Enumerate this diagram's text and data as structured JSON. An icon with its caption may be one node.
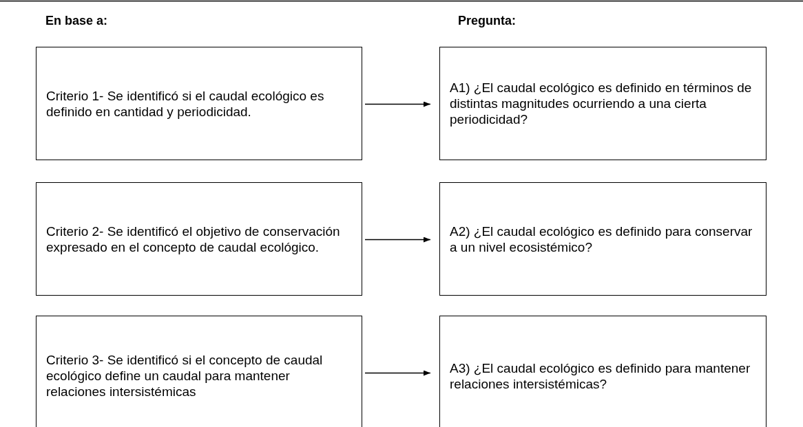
{
  "diagram": {
    "nodes": [
      {
        "text": [
          "Criterio 1- Se identificó si el caudal ecológico es definido en cantidad y periodicidad."
        ]
      },
      {
        "text": [
          "A1) ¿El caudal ecológico es definido en términos de distintas magnitudes ocurriendo a una cierta periodicidad?"
        ]
      },
      {
        "text": [
          "Criterio 2- Se identificó el objetivo de conservación expresado en el concepto de caudal ecológico."
        ]
      },
      {
        "text": [
          "A2) ¿El caudal ecológico es definido para conservar a un nivel ecosistémico?"
        ]
      },
      {
        "text": [
          "Criterio 3- Se identificó si el concepto de caudal ecológico define un caudal para mantener relaciones intersistémicas"
        ]
      },
      {
        "text": [
          "A3) ¿El caudal ecológico es definido para mantener relaciones intersistémicas?"
        ]
      }
    ],
    "edges": [
      {
        "from": 0,
        "to": 1,
        "arrow": "to"
      },
      {
        "from": 2,
        "to": 3,
        "arrow": "to"
      },
      {
        "from": 4,
        "to": 5,
        "arrow": "to"
      }
    ],
    "labels": [
      "En base a:",
      "Pregunta:"
    ]
  }
}
